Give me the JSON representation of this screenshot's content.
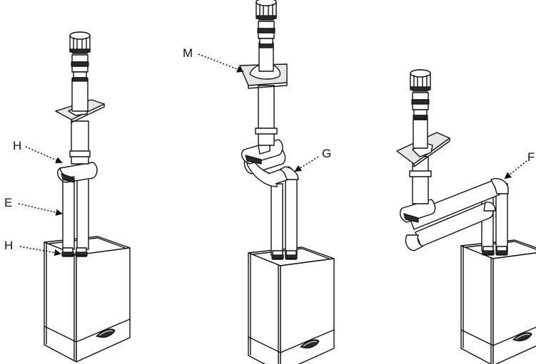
{
  "labels": {
    "h_top": "H",
    "e": "E",
    "h_bottom": "H",
    "m": "M",
    "g": "G",
    "f": "F"
  }
}
